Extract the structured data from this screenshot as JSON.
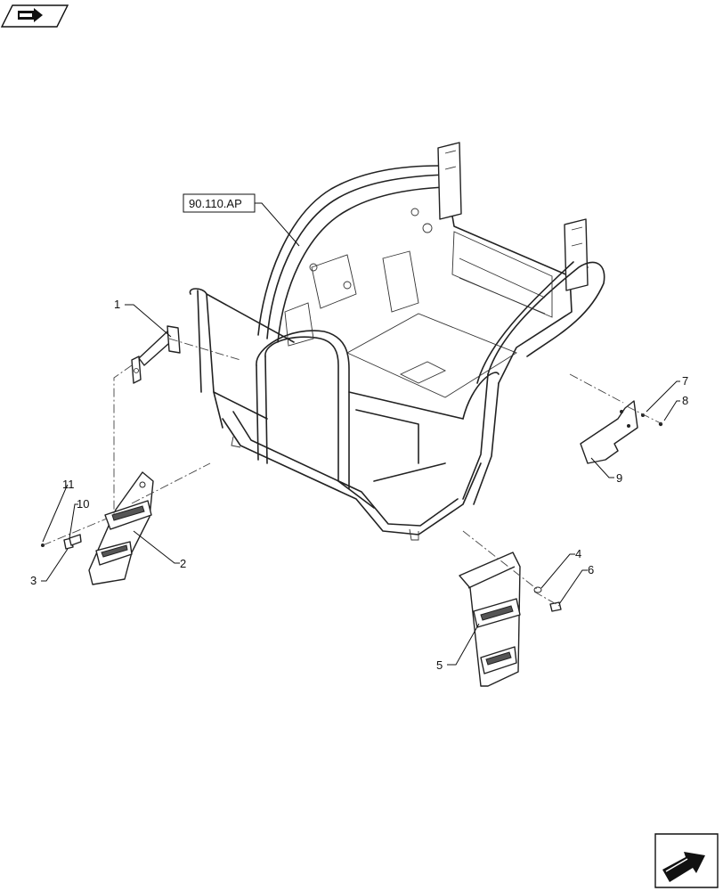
{
  "reference_label": "90.110.AP",
  "callouts": [
    {
      "id": "1",
      "label": "1"
    },
    {
      "id": "2",
      "label": "2"
    },
    {
      "id": "3",
      "label": "3"
    },
    {
      "id": "4",
      "label": "4"
    },
    {
      "id": "5",
      "label": "5"
    },
    {
      "id": "6",
      "label": "6"
    },
    {
      "id": "7",
      "label": "7"
    },
    {
      "id": "8",
      "label": "8"
    },
    {
      "id": "9",
      "label": "9"
    },
    {
      "id": "10",
      "label": "10"
    },
    {
      "id": "11",
      "label": "11"
    }
  ],
  "icons": {
    "top_left": "book-arrow-icon",
    "bottom_right": "next-page-arrow-icon"
  }
}
